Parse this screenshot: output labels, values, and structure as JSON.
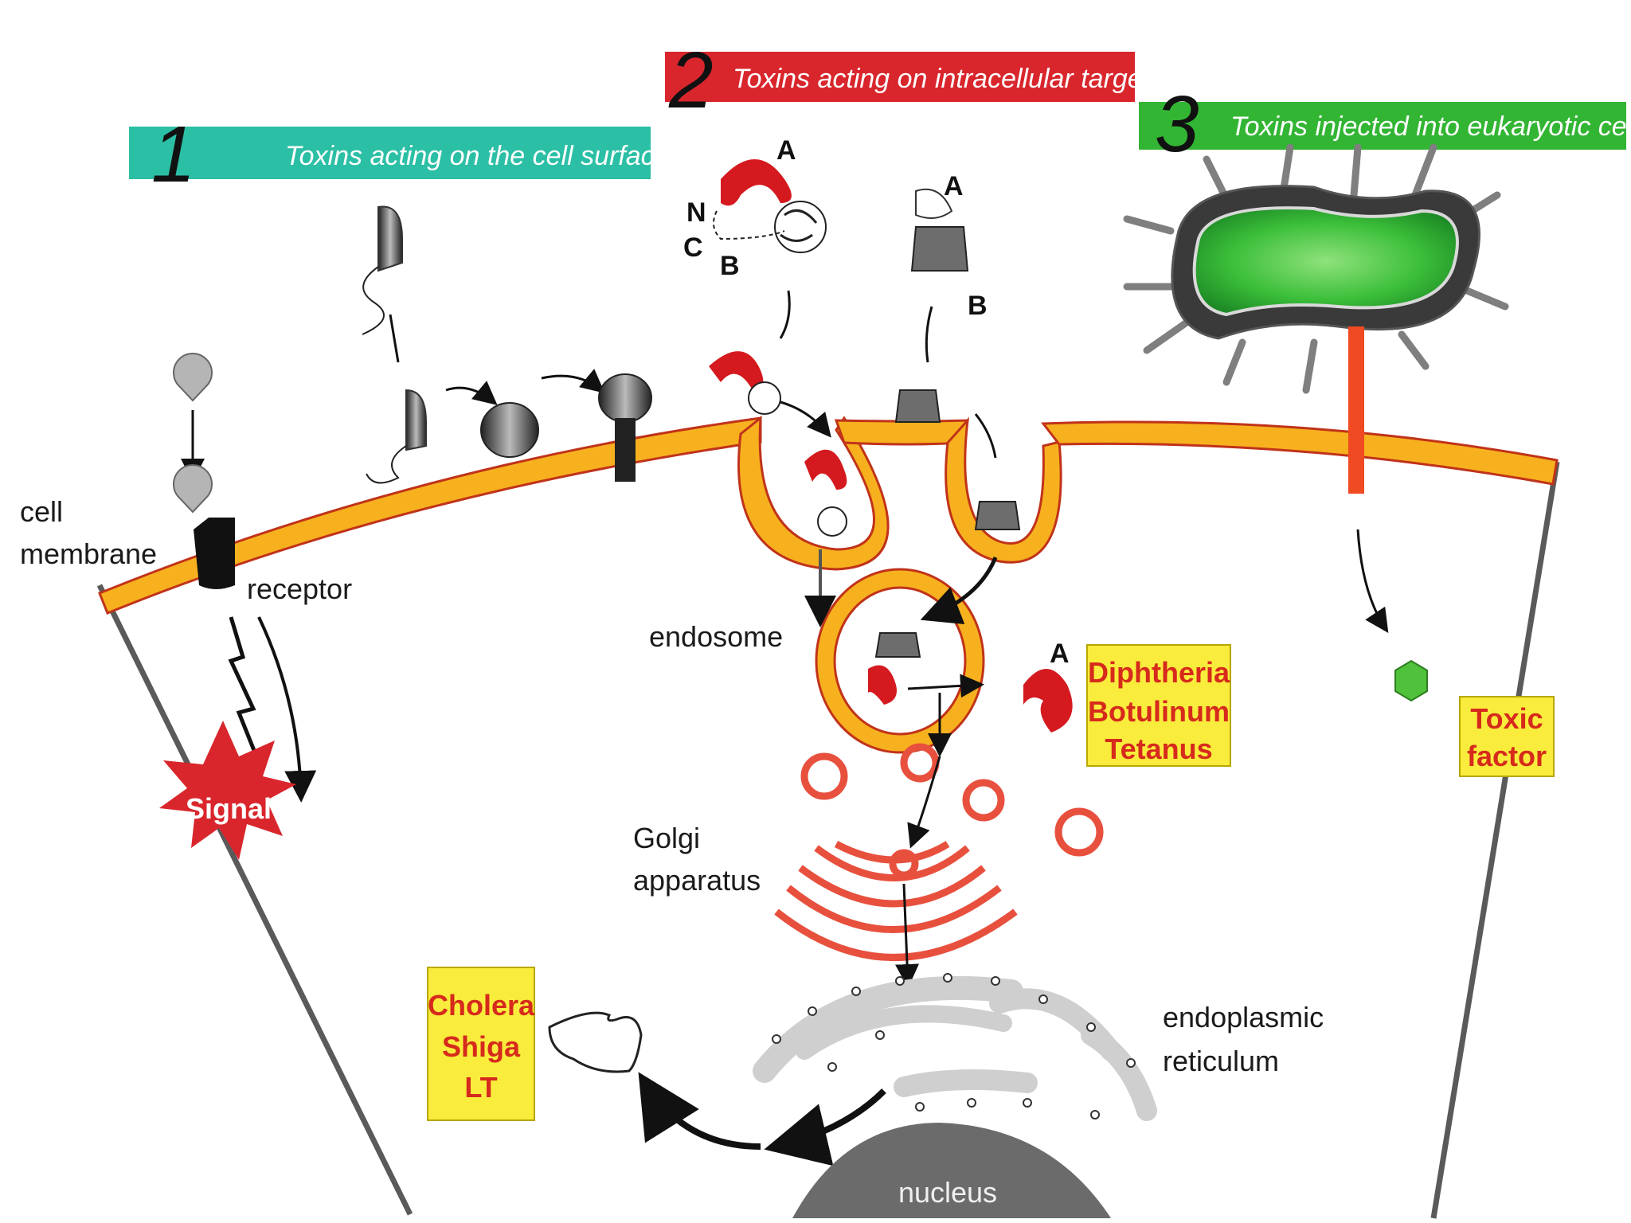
{
  "sections": [
    {
      "number": "1",
      "title": "Toxins acting on the cell surface",
      "color": "#2bbfa5"
    },
    {
      "number": "2",
      "title": "Toxins acting on intracellular targets",
      "color": "#d8262c"
    },
    {
      "number": "3",
      "title": "Toxins injected into eukaryotic cells",
      "color": "#33b534"
    }
  ],
  "labels": {
    "cell_membrane_1": "cell",
    "cell_membrane_2": "membrane",
    "receptor": "receptor",
    "signal": "Signal",
    "endosome": "endosome",
    "golgi_1": "Golgi",
    "golgi_2": "apparatus",
    "er_1": "endoplasmic",
    "er_2": "reticulum",
    "nucleus": "nucleus",
    "toxin_a_top": "A",
    "toxin_n": "N",
    "toxin_c": "C",
    "toxin_b_left": "B",
    "toxin_a_right": "A",
    "toxin_b_right": "B",
    "toxin_a_released": "A"
  },
  "boxes": {
    "diphtheria": [
      "Diphtheria",
      "Botulinum",
      "Tetanus"
    ],
    "toxic_factor": [
      "Toxic",
      "factor"
    ],
    "cholera": [
      "Cholera",
      "Shiga",
      "LT"
    ]
  },
  "colors": {
    "membrane": "#f7b11e",
    "membrane_edge": "#c0331a",
    "toxin_red": "#d41a1f",
    "golgi": "#e8503e",
    "er": "#cfcfcf",
    "nucleus": "#6b6b6b",
    "box_fill": "#f9ec3c",
    "box_text": "#d62a1c",
    "bacterium": "#4fc94a",
    "needle": "#f04a22"
  }
}
